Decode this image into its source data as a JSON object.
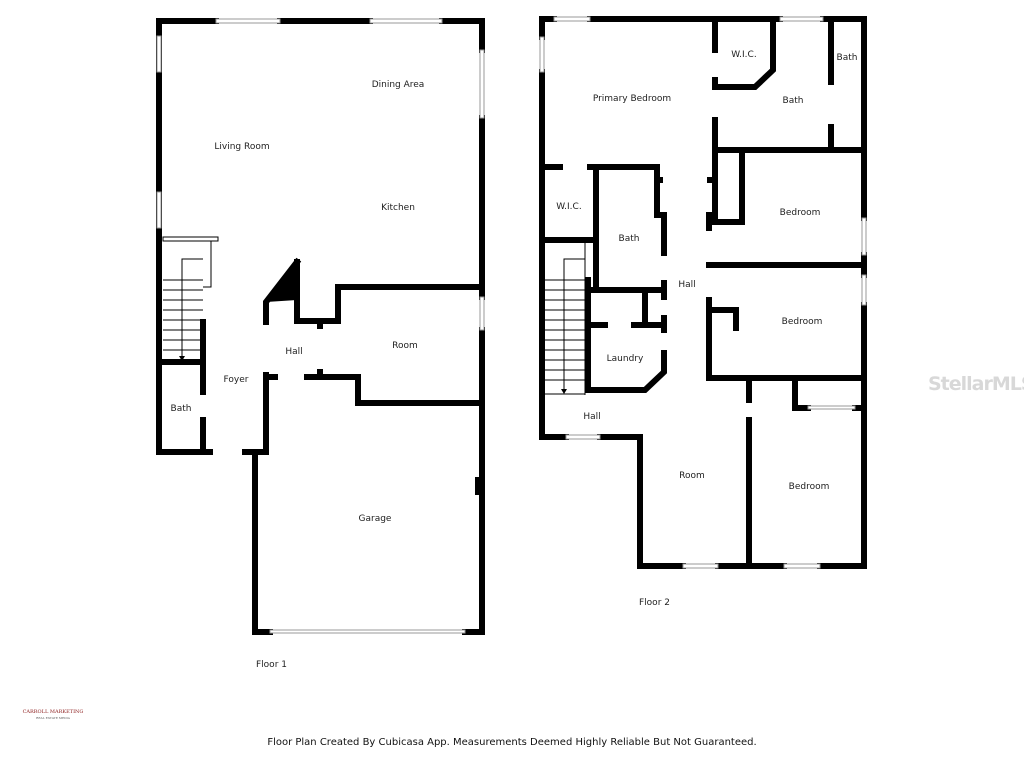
{
  "floor1": {
    "caption": "Floor 1",
    "rooms": {
      "dining": "Dining Area",
      "living": "Living Room",
      "kitchen": "Kitchen",
      "room": "Room",
      "hall": "Hall",
      "foyer": "Foyer",
      "bath": "Bath",
      "garage": "Garage"
    }
  },
  "floor2": {
    "caption": "Floor 2",
    "rooms": {
      "primary": "Primary Bedroom",
      "wic1": "W.I.C.",
      "bath1": "Bath",
      "bath2": "Bath",
      "wic2": "W.I.C.",
      "bath3": "Bath",
      "hall1": "Hall",
      "bed1": "Bedroom",
      "bed2": "Bedroom",
      "laundry": "Laundry",
      "hall2": "Hall",
      "room": "Room",
      "bed3": "Bedroom"
    }
  },
  "footer": "Floor Plan Created By Cubicasa App. Measurements Deemed Highly Reliable But Not Guaranteed.",
  "logo": {
    "name": "CARROLL MARKETING",
    "sub": "REAL ESTATE MEDIA"
  },
  "watermark": "StellarMLS"
}
